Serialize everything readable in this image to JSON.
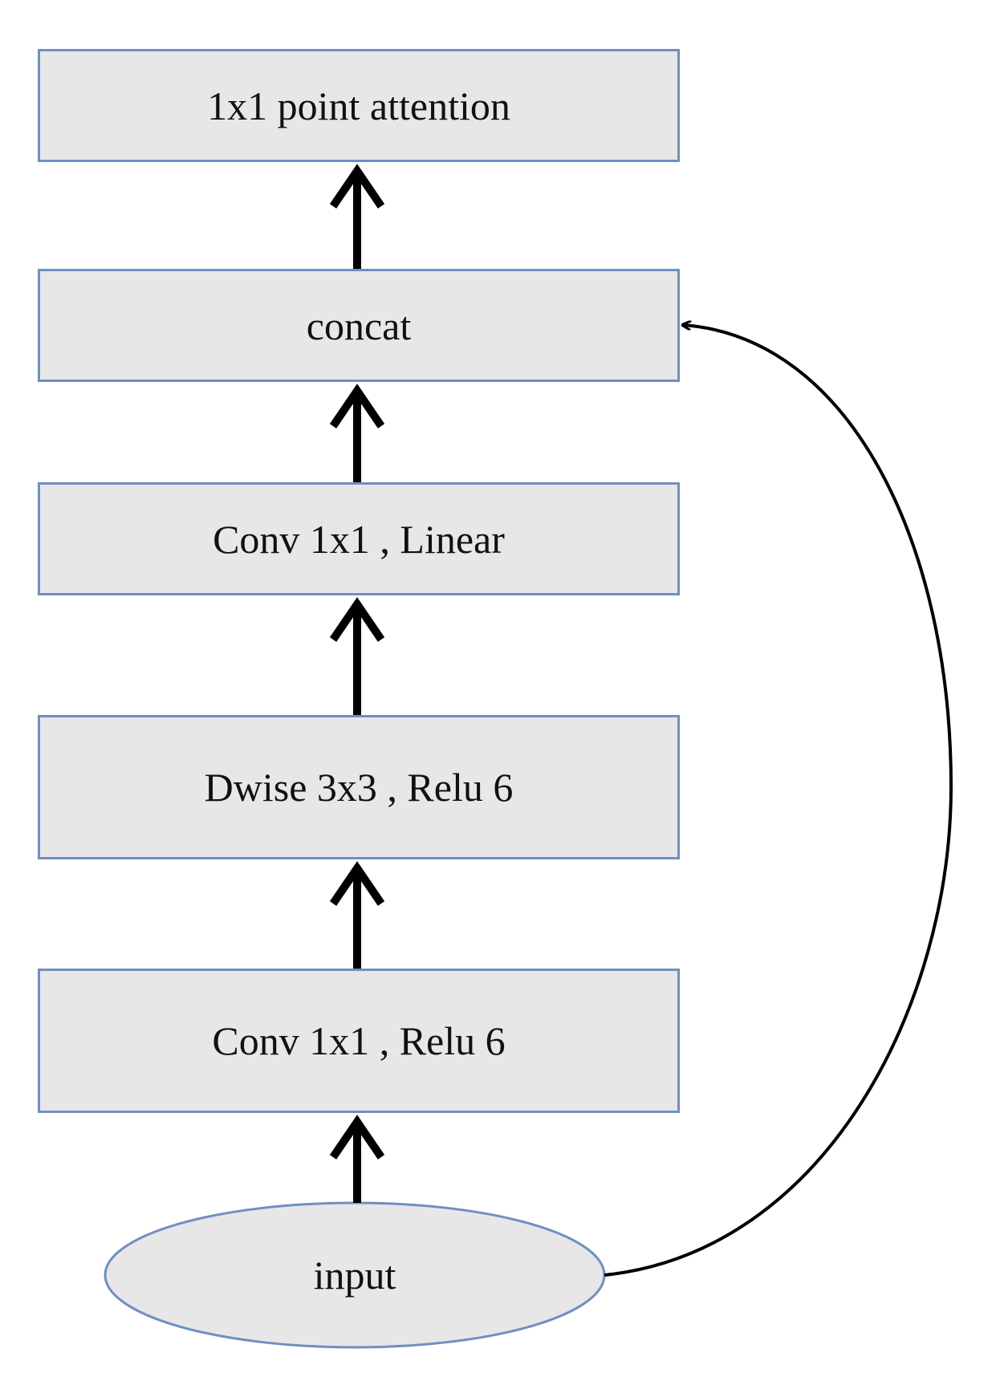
{
  "diagram": {
    "nodes": [
      {
        "id": "attention",
        "label": "1x1 point attention",
        "shape": "rectangle"
      },
      {
        "id": "concat",
        "label": "concat",
        "shape": "rectangle"
      },
      {
        "id": "linear",
        "label": "Conv 1x1 , Linear",
        "shape": "rectangle"
      },
      {
        "id": "dwise",
        "label": "Dwise 3x3 , Relu 6",
        "shape": "rectangle"
      },
      {
        "id": "relu",
        "label": "Conv 1x1 , Relu 6",
        "shape": "rectangle"
      },
      {
        "id": "input",
        "label": "input",
        "shape": "ellipse"
      }
    ],
    "edges": [
      {
        "from": "input",
        "to": "relu",
        "style": "straight"
      },
      {
        "from": "relu",
        "to": "dwise",
        "style": "straight"
      },
      {
        "from": "dwise",
        "to": "linear",
        "style": "straight"
      },
      {
        "from": "linear",
        "to": "concat",
        "style": "straight"
      },
      {
        "from": "concat",
        "to": "attention",
        "style": "straight"
      },
      {
        "from": "input",
        "to": "concat",
        "style": "curved-skip"
      }
    ],
    "colors": {
      "box_fill": "#e7e7e7",
      "box_border": "#6f8fc0",
      "arrow": "#000000",
      "text": "#111111"
    }
  }
}
